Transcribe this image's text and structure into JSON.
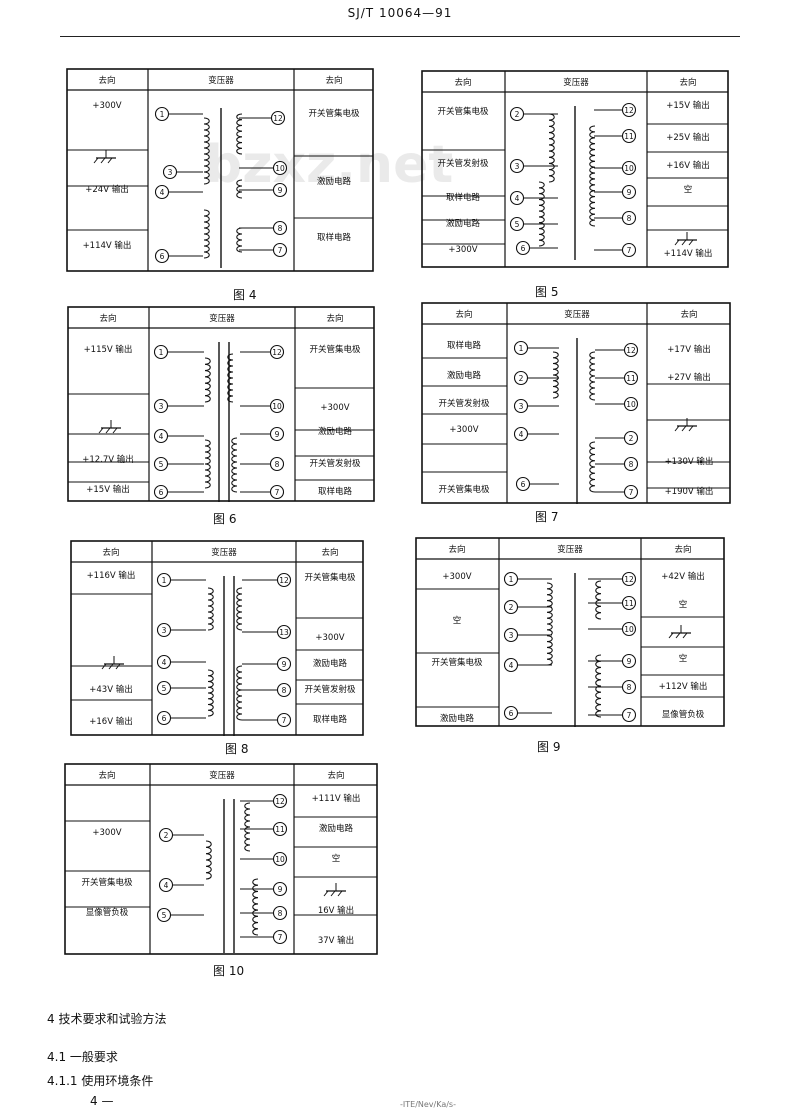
{
  "header": {
    "code": "SJ/T 10064—91"
  },
  "figures": [
    {
      "caption": "图 4",
      "left": [
        "+300V",
        "",
        "+24V 输出",
        "+114V 输出"
      ],
      "right": [
        "开关管集电极",
        "激励电路",
        "取样电路"
      ]
    },
    {
      "caption": "图 5",
      "left": [
        "开关管集电极",
        "开关管发射极",
        "取样电路",
        "激励电路",
        "+300V"
      ],
      "right": [
        "+15V 输出",
        "+25V 输出",
        "+16V 输出",
        "空",
        "",
        "+114V 输出"
      ]
    },
    {
      "caption": "图 6",
      "left": [
        "+115V 输出",
        "",
        "+12.7V 输出",
        "+15V 输出"
      ],
      "right": [
        "开关管集电极",
        "+300V",
        "激励电路",
        "开关管发射极",
        "取样电路"
      ]
    },
    {
      "caption": "图 7",
      "left": [
        "取样电路",
        "激励电路",
        "开关管发射极",
        "+300V",
        "开关管集电极"
      ],
      "right": [
        "+17V 输出",
        "+27V 输出",
        "",
        "+130V 输出",
        "+190V 输出"
      ]
    },
    {
      "caption": "图 8",
      "left": [
        "+116V 输出",
        "",
        "+43V 输出",
        "+16V 输出"
      ],
      "right": [
        "开关管集电极",
        "+300V",
        "激励电路",
        "开关管发射极",
        "取样电路"
      ]
    },
    {
      "caption": "图 9",
      "left": [
        "+300V",
        "空",
        "开关管集电极",
        "激励电路"
      ],
      "right": [
        "+42V 输出",
        "空",
        "",
        "空",
        "+112V 输出",
        "显像管负极"
      ]
    },
    {
      "caption": "图 10",
      "left": [
        "+300V",
        "开关管集电极",
        "显像管负极"
      ],
      "right": [
        "+111V 输出",
        "激励电路",
        "空",
        "",
        "16V 输出",
        "37V 输出"
      ]
    }
  ],
  "table_head": {
    "left": "去向",
    "mid": "变压器",
    "right": "去向"
  },
  "pins": [
    "1",
    "2",
    "3",
    "4",
    "5",
    "6",
    "7",
    "8",
    "9",
    "10",
    "11",
    "12"
  ],
  "watermark": "bzxz.net",
  "body": {
    "sec4": "4   技术要求和试验方法",
    "sec41": "4.1   一般要求",
    "sec411": "4.1.1   使用环境条件"
  },
  "footer": {
    "page": "4 —",
    "mark": "-ITE/Nev/Ka/s-"
  }
}
